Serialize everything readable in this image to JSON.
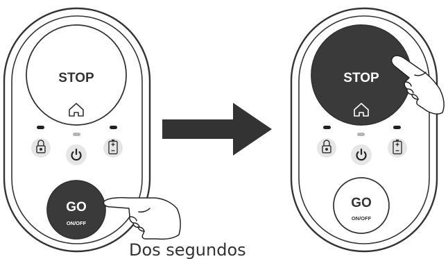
{
  "colors": {
    "outline": "#333333",
    "dark_fill": "#3a3a3a",
    "light_fill": "#ffffff",
    "icon_button_fill": "#e6e6e6",
    "indicator_dark": "#222222",
    "indicator_light": "#b5b5b5",
    "arrow": "#333333"
  },
  "left_remote": {
    "stop_label": "STOP",
    "go_label": "GO",
    "onoff_label": "ON/OFF",
    "stop_state": "released",
    "go_state": "pressed",
    "icons": [
      "home-icon",
      "lock-icon",
      "power-icon",
      "battery-icon"
    ]
  },
  "right_remote": {
    "stop_label": "STOP",
    "go_label": "GO",
    "onoff_label": "ON/OFF",
    "stop_state": "pressed",
    "go_state": "released",
    "icons": [
      "home-icon",
      "lock-icon",
      "power-icon",
      "battery-icon"
    ]
  },
  "arrow_icon": "right-arrow-icon",
  "caption": "Dos segundos"
}
